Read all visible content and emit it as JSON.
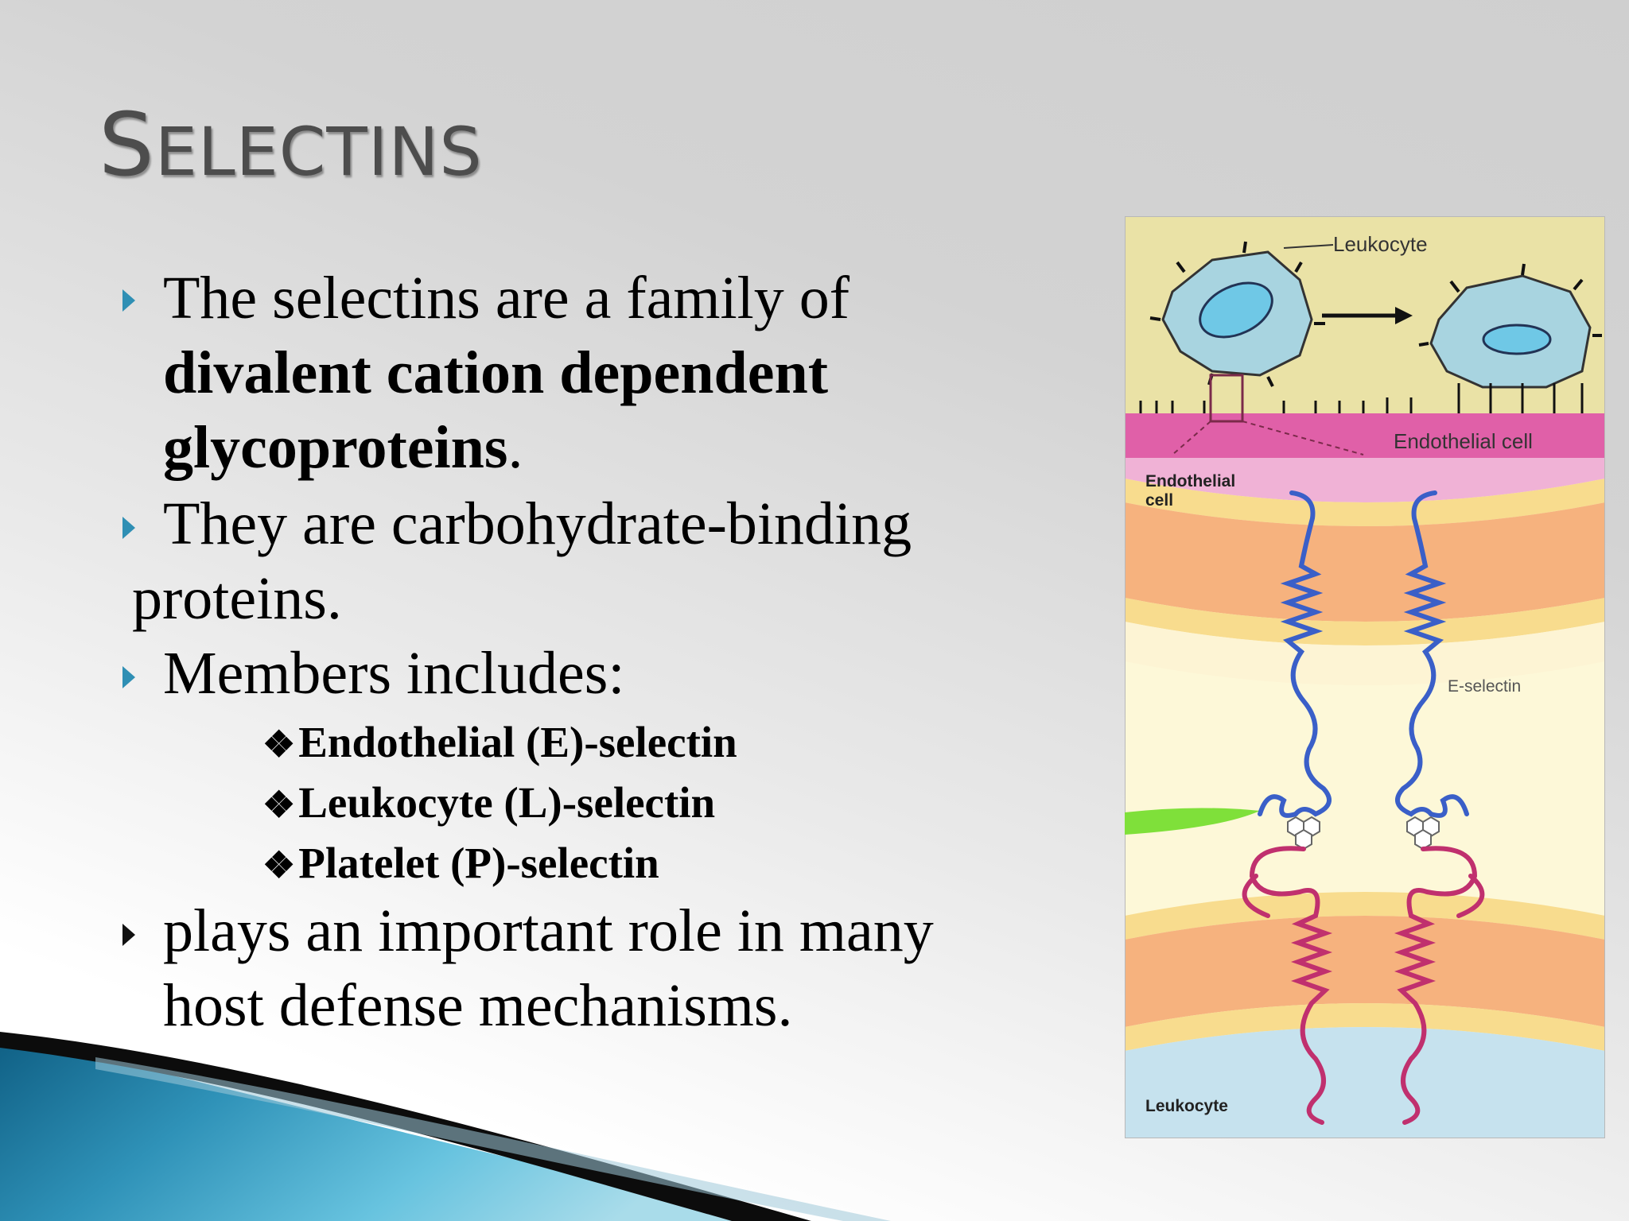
{
  "slide": {
    "title_first": "S",
    "title_rest": "ELECTINS",
    "bullets": [
      {
        "lines": [
          {
            "text": "The selectins are a family of"
          },
          {
            "bold": "divalent cation dependent"
          },
          {
            "bold": "glycoproteins",
            "text": "."
          }
        ]
      },
      {
        "lines": [
          {
            "text": "They are carbohydrate-binding"
          },
          {
            "text": "proteins."
          }
        ]
      },
      {
        "lines": [
          {
            "text": "Members includes:"
          }
        ],
        "sub_items": [
          "Endothelial (E)-selectin",
          "Leukocyte (L)-selectin",
          "Platelet (P)-selectin"
        ]
      },
      {
        "lines": [
          {
            "text": "plays an important role in many"
          },
          {
            "text": "host defense mechanisms."
          }
        ]
      }
    ],
    "sub_bullet_glyph": "❖",
    "accent_color": "#2f8fb4"
  },
  "figure": {
    "labels": {
      "leukocyte_top": "Leukocyte",
      "endothelial_cell_top": "Endothelial cell",
      "endothelial_cell_left_1": "Endothelial",
      "endothelial_cell_left_2": "cell",
      "e_selectin": "E-selectin",
      "leukocyte_bottom": "Leukocyte"
    },
    "colors": {
      "top_background": "#eae2a6",
      "endothelial_band": "#e060a8",
      "cell_fill": "#a8d4e0",
      "nucleus_fill": "#6fc8e6",
      "membrane_orange": "#f6b27e",
      "membrane_yellow": "#f8dc8e",
      "e_selectin_blue": "#3a5fc8",
      "ligand_magenta": "#c0306e",
      "leukocyte_fill": "#c6e2ee"
    }
  }
}
